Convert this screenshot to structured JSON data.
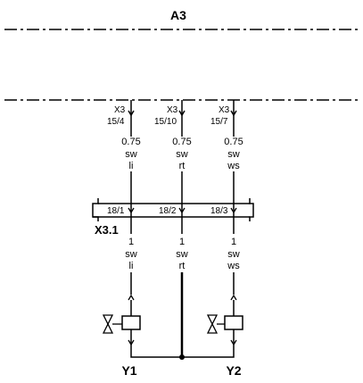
{
  "module_label": "A3",
  "connector_label": "X3.1",
  "pins_top": [
    {
      "connector": "X3",
      "pin": "15/4",
      "size": "0.75",
      "color1": "sw",
      "color2": "li"
    },
    {
      "connector": "X3",
      "pin": "15/10",
      "size": "0.75",
      "color1": "sw",
      "color2": "rt"
    },
    {
      "connector": "X3",
      "pin": "15/7",
      "size": "0.75",
      "color1": "sw",
      "color2": "ws"
    }
  ],
  "terminals": [
    "18/1",
    "18/2",
    "18/3"
  ],
  "pins_bottom": [
    {
      "size": "1",
      "color1": "sw",
      "color2": "li"
    },
    {
      "size": "1",
      "color1": "sw",
      "color2": "rt"
    },
    {
      "size": "1",
      "color1": "sw",
      "color2": "ws"
    }
  ],
  "components": [
    "Y1",
    "Y2"
  ]
}
